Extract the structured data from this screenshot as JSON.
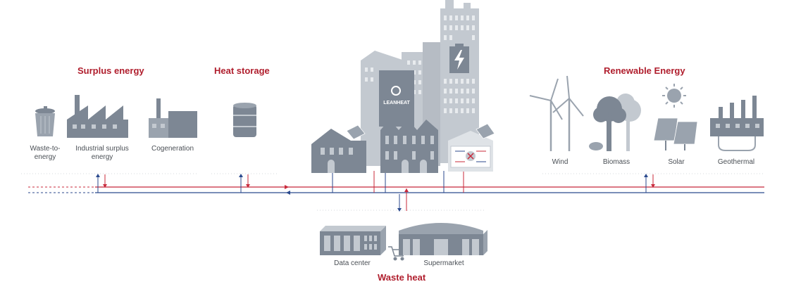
{
  "headings": {
    "surplus": "Surplus energy",
    "storage": "Heat storage",
    "renewable": "Renewable Energy",
    "waste": "Waste heat"
  },
  "labels": {
    "waste_to_energy": "Waste-to-\nenergy",
    "industrial": "Industrial surplus\nenergy",
    "cogeneration": "Cogeneration",
    "wind": "Wind",
    "biomass": "Biomass",
    "solar": "Solar",
    "geothermal": "Geothermal",
    "data_center": "Data center",
    "supermarket": "Supermarket"
  },
  "logo_text": "LEANHEAT",
  "colors": {
    "heading_red": "#b01e2d",
    "supply_line": "#c8283a",
    "return_line": "#2b4a8e",
    "building_dark": "#7d8794",
    "building_mid": "#9aa3ae",
    "building_light": "#c3c9d0",
    "label_text": "#4a4f55"
  }
}
